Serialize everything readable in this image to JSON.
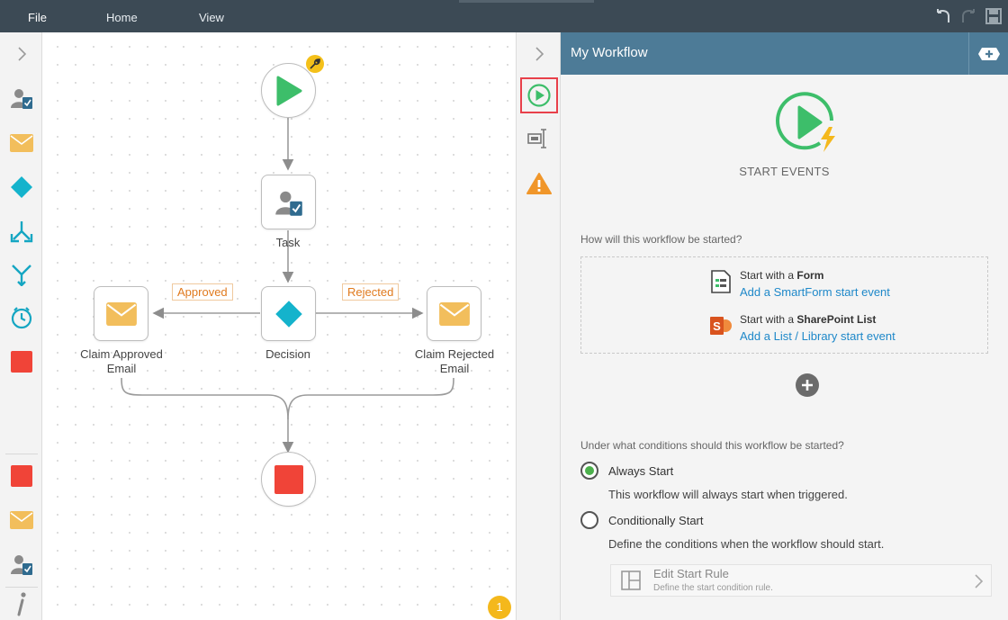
{
  "menu": {
    "file": "File",
    "home": "Home",
    "view": "View"
  },
  "canvas": {
    "nodes": {
      "task": "Task",
      "decision": "Decision",
      "claim_approved": "Claim Approved Email",
      "claim_rejected": "Claim Rejected Email"
    },
    "lines": {
      "approved": "Approved",
      "rejected": "Rejected"
    },
    "counter": "1"
  },
  "panel": {
    "title": "My Workflow",
    "section_title": "START EVENTS",
    "question_start": "How will this workflow be started?",
    "options": {
      "form_prefix": "Start with a ",
      "form_strong": "Form",
      "form_link": "Add a SmartForm start event",
      "sp_prefix": "Start with a ",
      "sp_strong": "SharePoint List",
      "sp_link": "Add a List / Library start event"
    },
    "question_conditions": "Under what conditions should this workflow be started?",
    "always_start": "Always Start",
    "always_desc": "This workflow will always start when triggered.",
    "conditional_start": "Conditionally Start",
    "conditional_desc": "Define the conditions when the workflow should start.",
    "edit_rule_title": "Edit Start Rule",
    "edit_rule_desc": "Define the start condition rule.",
    "selected_condition": "always_start"
  },
  "colors": {
    "topbar": "#3c4a55",
    "panel_header": "#4d7b97",
    "start_green": "#3dbe6a",
    "stop_red": "#f04438",
    "email_yellow": "#f2be5c",
    "decision_teal": "#14b3cc",
    "link_blue": "#1e88c9",
    "label_orange": "#e07a1e"
  },
  "icons": {
    "toolbox": [
      "expand-chevron-icon",
      "user-task-icon",
      "email-icon",
      "decision-icon",
      "split-icon",
      "merge-icon",
      "timer-icon",
      "stop-icon",
      "stop-icon",
      "email-icon",
      "user-task-icon",
      "info-icon"
    ],
    "strip": [
      "collapse-chevron-icon",
      "start-events-icon",
      "properties-icon",
      "warning-icon"
    ]
  }
}
